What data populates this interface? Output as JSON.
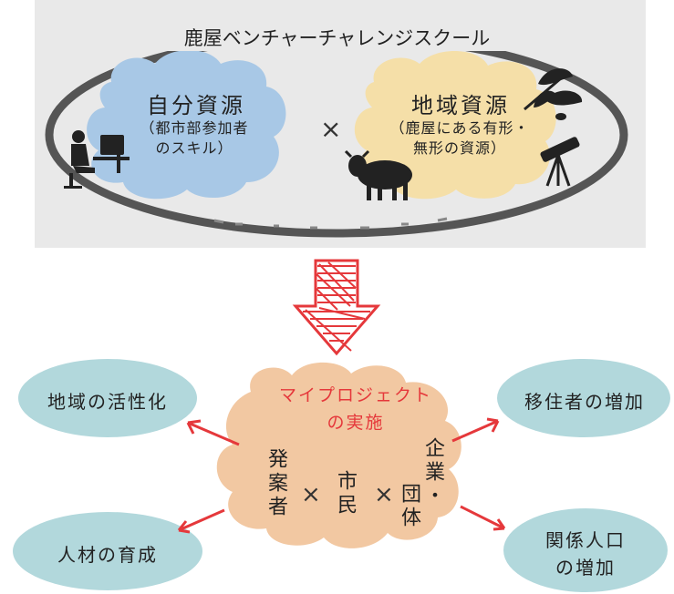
{
  "header": {
    "title": "鹿屋ベンチャーチャレンジスクール"
  },
  "top": {
    "left_cloud": {
      "title": "自分資源",
      "line1": "（都市部参加者",
      "line2": "のスキル）"
    },
    "operator": "×",
    "right_cloud": {
      "title": "地域資源",
      "line1": "（鹿屋にある有形・",
      "line2": "無形の資源）"
    }
  },
  "center": {
    "title_line1": "マイプロジェクト",
    "title_line2": "の実施",
    "col1": "発案者",
    "col2": "市民",
    "col3a": "企業・",
    "col3b": "団体",
    "times": "×"
  },
  "outcomes": {
    "top_left": "地域の活性化",
    "bottom_left": "人材の育成",
    "top_right": "移住者の増加",
    "bottom_right_line1": "関係人口",
    "bottom_right_line2": "の増加"
  },
  "colors": {
    "arrow": "#e5383b",
    "blue_cloud": "#a8c8e6",
    "tan_cloud": "#f5dfa8",
    "teal_bubble": "#b2d8dc",
    "center_cloud": "#f2c8a2"
  }
}
